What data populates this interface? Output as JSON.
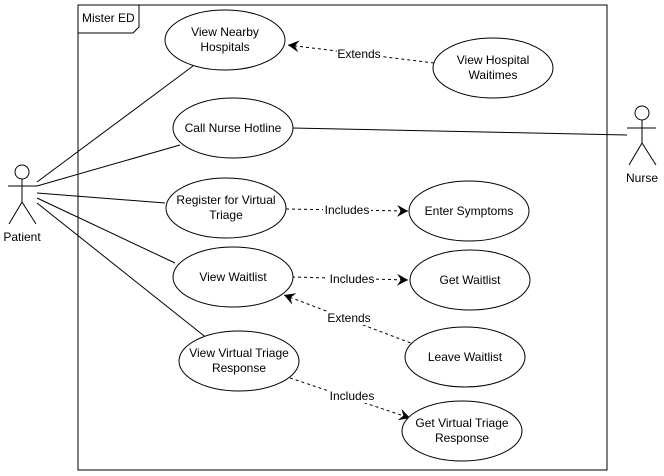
{
  "system": {
    "name": "Mister ED"
  },
  "actors": {
    "patient": "Patient",
    "nurse": "Nurse"
  },
  "use_cases": {
    "view_nearby_hospitals": [
      "View Nearby",
      "Hospitals"
    ],
    "view_hospital_waitimes": [
      "View Hospital",
      "Waitimes"
    ],
    "call_nurse_hotline": [
      "Call Nurse Hotline"
    ],
    "register_virtual_triage": [
      "Register for Virtual",
      "Triage"
    ],
    "enter_symptoms": [
      "Enter Symptoms"
    ],
    "view_waitlist": [
      "View Waitlist"
    ],
    "get_waitlist": [
      "Get Waitlist"
    ],
    "leave_waitlist": [
      "Leave Waitlist"
    ],
    "view_virtual_triage_response": [
      "View Virtual Triage",
      "Response"
    ],
    "get_virtual_triage_response": [
      "Get Virtual Triage",
      "Response"
    ]
  },
  "relations": {
    "extends_hospitals": "Extends",
    "includes_symptoms": "Includes",
    "includes_waitlist": "Includes",
    "extends_leave": "Extends",
    "includes_triage_response": "Includes"
  }
}
